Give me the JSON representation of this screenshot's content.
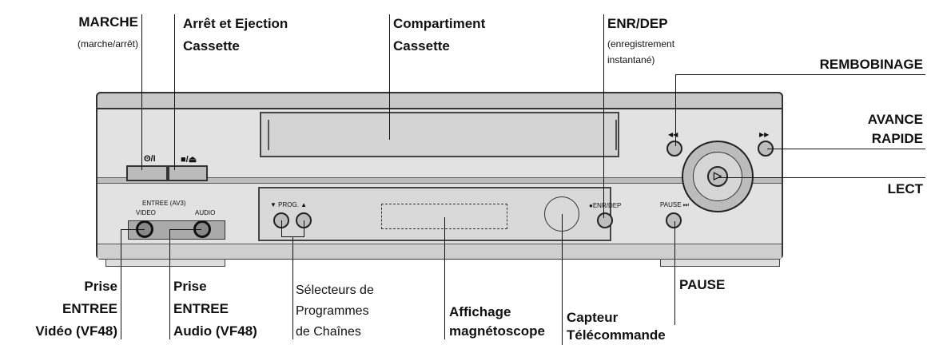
{
  "callouts": {
    "marche": {
      "title": "MARCHE",
      "sub": "(marche/arrêt)"
    },
    "arret": {
      "line1": "Arrêt et Ejection",
      "line2": "Cassette"
    },
    "compartiment": {
      "line1": "Compartiment",
      "line2": "Cassette"
    },
    "enr": {
      "title": "ENR/DEP",
      "sub1": "(enregistrement",
      "sub2": "instantané)"
    },
    "rembobinage": "REMBOBINAGE",
    "avance": {
      "line1": "AVANCE",
      "line2": "RAPIDE"
    },
    "lect": "LECT",
    "pause": "PAUSE",
    "prise_video": {
      "line1": "Prise",
      "line2": "ENTREE",
      "line3": "Vidéo (VF48)"
    },
    "prise_audio": {
      "line1": "Prise",
      "line2": "ENTREE",
      "line3": "Audio (VF48)"
    },
    "selecteurs": {
      "line1": "Sélecteurs de",
      "line2": "Programmes",
      "line3": "de Chaînes"
    },
    "affichage": {
      "line1": "Affichage",
      "line2": "magnétoscope"
    },
    "capteur": {
      "line1": "Capteur",
      "line2": "Télécommande"
    }
  },
  "device": {
    "power_symbol": "ʘ/I",
    "stop_eject_symbol": "■/⏏",
    "entree_label": "ENTREE (AV3)",
    "video_label": "VIDEO",
    "audio_label": "AUDIO",
    "prog_label": "▼  PROG.  ▲",
    "rec_label": "●ENR/DEP",
    "pause_label": "PAUSE ⏭",
    "rew_symbol": "◀◀",
    "ff_symbol": "▶▶",
    "play_symbol": "▷"
  },
  "colors": {
    "body": "#e2e2e2",
    "line": "#111111"
  }
}
